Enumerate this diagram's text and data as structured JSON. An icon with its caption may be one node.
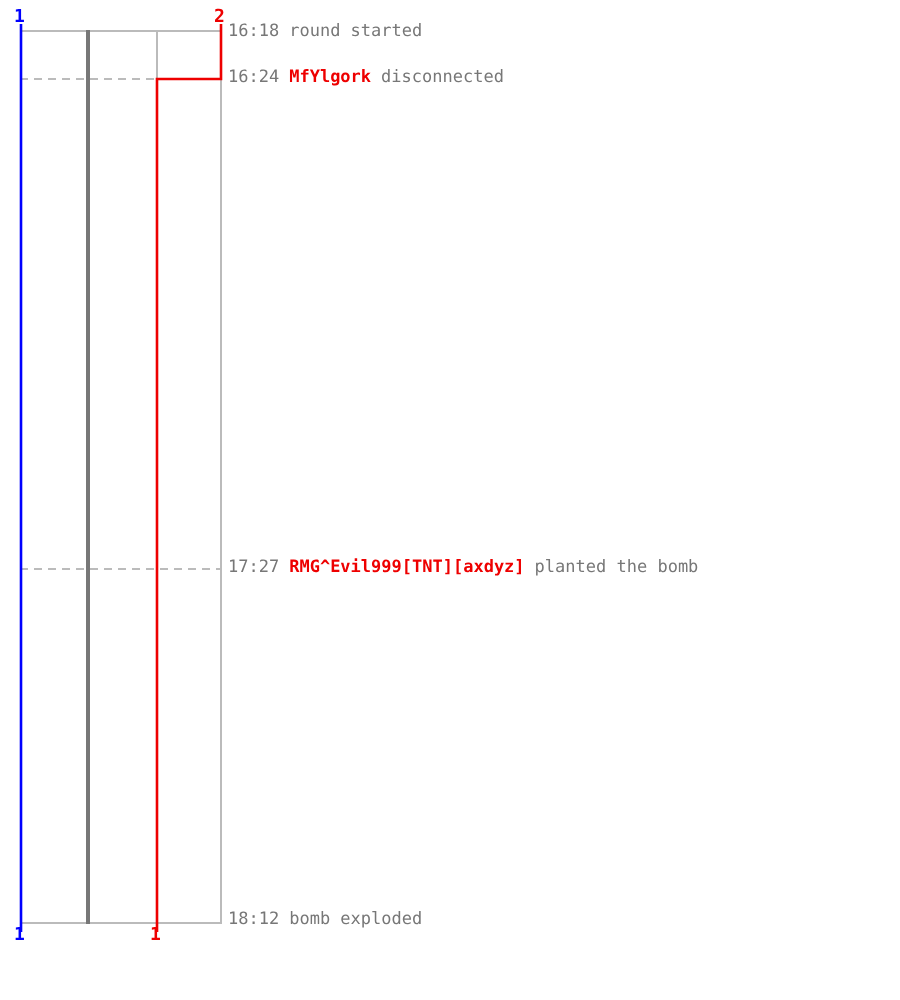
{
  "diagram": {
    "nodes": [
      {
        "text": [
          "16:18",
          "round started"
        ]
      },
      {
        "text": [
          "16:24",
          "MfYlgork",
          "disconnected"
        ]
      },
      {
        "text": [
          "17:27",
          "RMG^Evil999[TNT][axdyz]",
          "planted the bomb"
        ]
      },
      {
        "text": [
          "18:12",
          "bomb exploded"
        ]
      }
    ],
    "labels": [
      "1",
      "2",
      "1",
      "1"
    ]
  }
}
